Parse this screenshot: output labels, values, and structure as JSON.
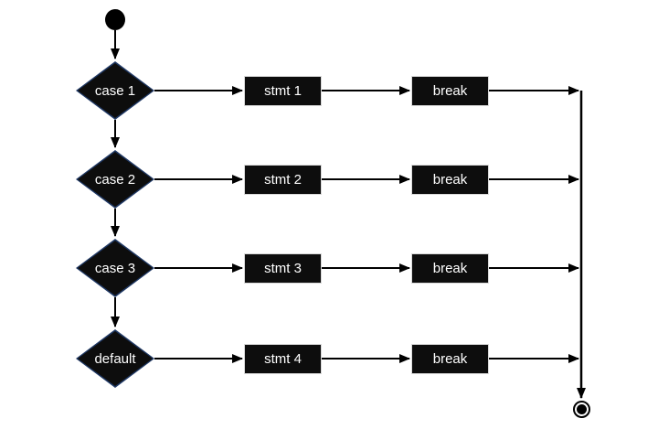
{
  "diagram": {
    "kind": "switch-case-flowchart",
    "start_node": "start-circle",
    "end_node": "end-bullseye",
    "rows": [
      {
        "case": "case 1",
        "stmt": "stmt 1",
        "break": "break"
      },
      {
        "case": "case 2",
        "stmt": "stmt 2",
        "break": "break"
      },
      {
        "case": "case 3",
        "stmt": "stmt 3",
        "break": "break"
      },
      {
        "case": "default",
        "stmt": "stmt 4",
        "break": "break"
      }
    ],
    "colors": {
      "background": "#ffffff",
      "node_fill": "#0d0d0d",
      "diamond_border": "#1f3864",
      "box_border": "#d9d9d9",
      "text": "#ffffff",
      "line": "#000000"
    }
  }
}
